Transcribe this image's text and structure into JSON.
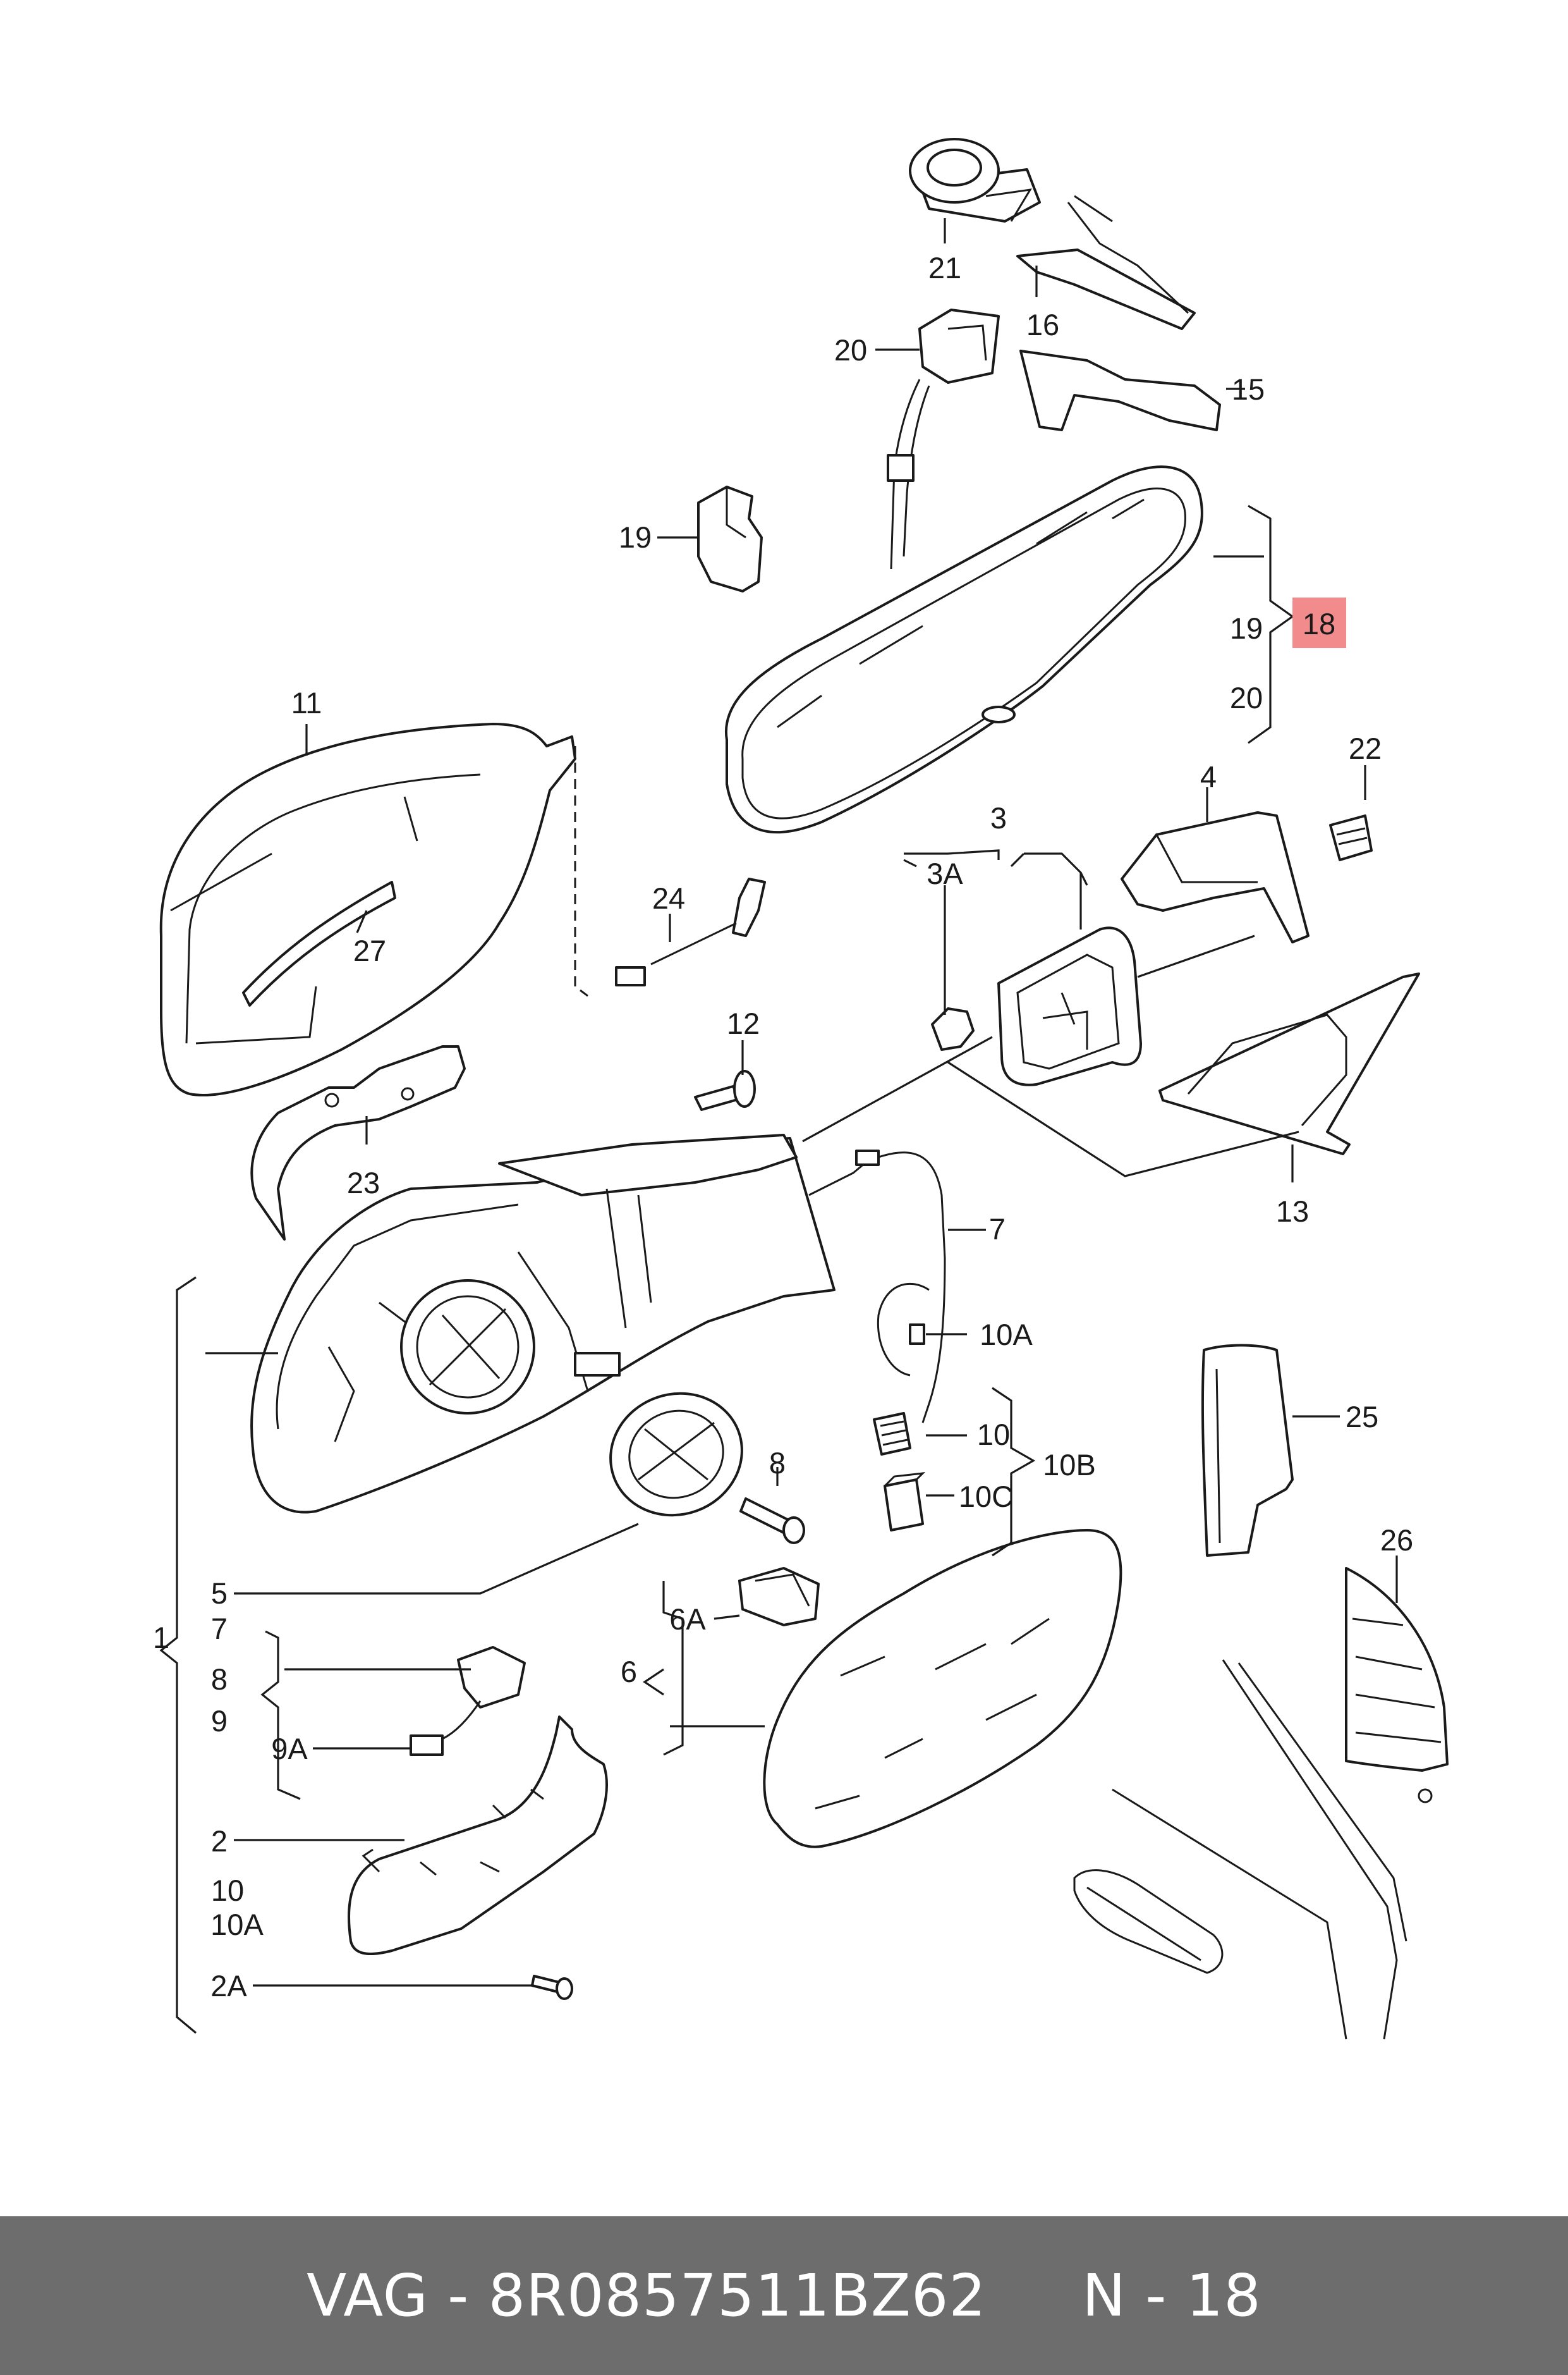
{
  "labels": {
    "l1": "1",
    "l2": "2",
    "l2a": "2A",
    "l3": "3",
    "l3a": "3A",
    "l4": "4",
    "l5": "5",
    "l6": "6",
    "l6a": "6A",
    "l7a": "7",
    "l7b": "7",
    "l8a": "8",
    "l8b": "8",
    "l9": "9",
    "l9a": "9A",
    "l10a": "10",
    "l10b": "10",
    "l10a_lbl": "10A",
    "l10a_lbl2": "10A",
    "l10b_lbl": "10B",
    "l10c": "10C",
    "l11": "11",
    "l12": "12",
    "l13": "13",
    "l15": "15",
    "l16": "16",
    "l18": "18",
    "l19a": "19",
    "l19b": "19",
    "l20a": "20",
    "l20b": "20",
    "l21": "21",
    "l22": "22",
    "l23": "23",
    "l24": "24",
    "l25": "25",
    "l26": "26",
    "l27": "27"
  },
  "highlight_color": "#f28b8b",
  "footer": {
    "brand": "VAG",
    "part_number": "8R0857511BZ62",
    "position": "N - 18",
    "text": "VAG - 8R0857511BZ62     N - 18"
  }
}
